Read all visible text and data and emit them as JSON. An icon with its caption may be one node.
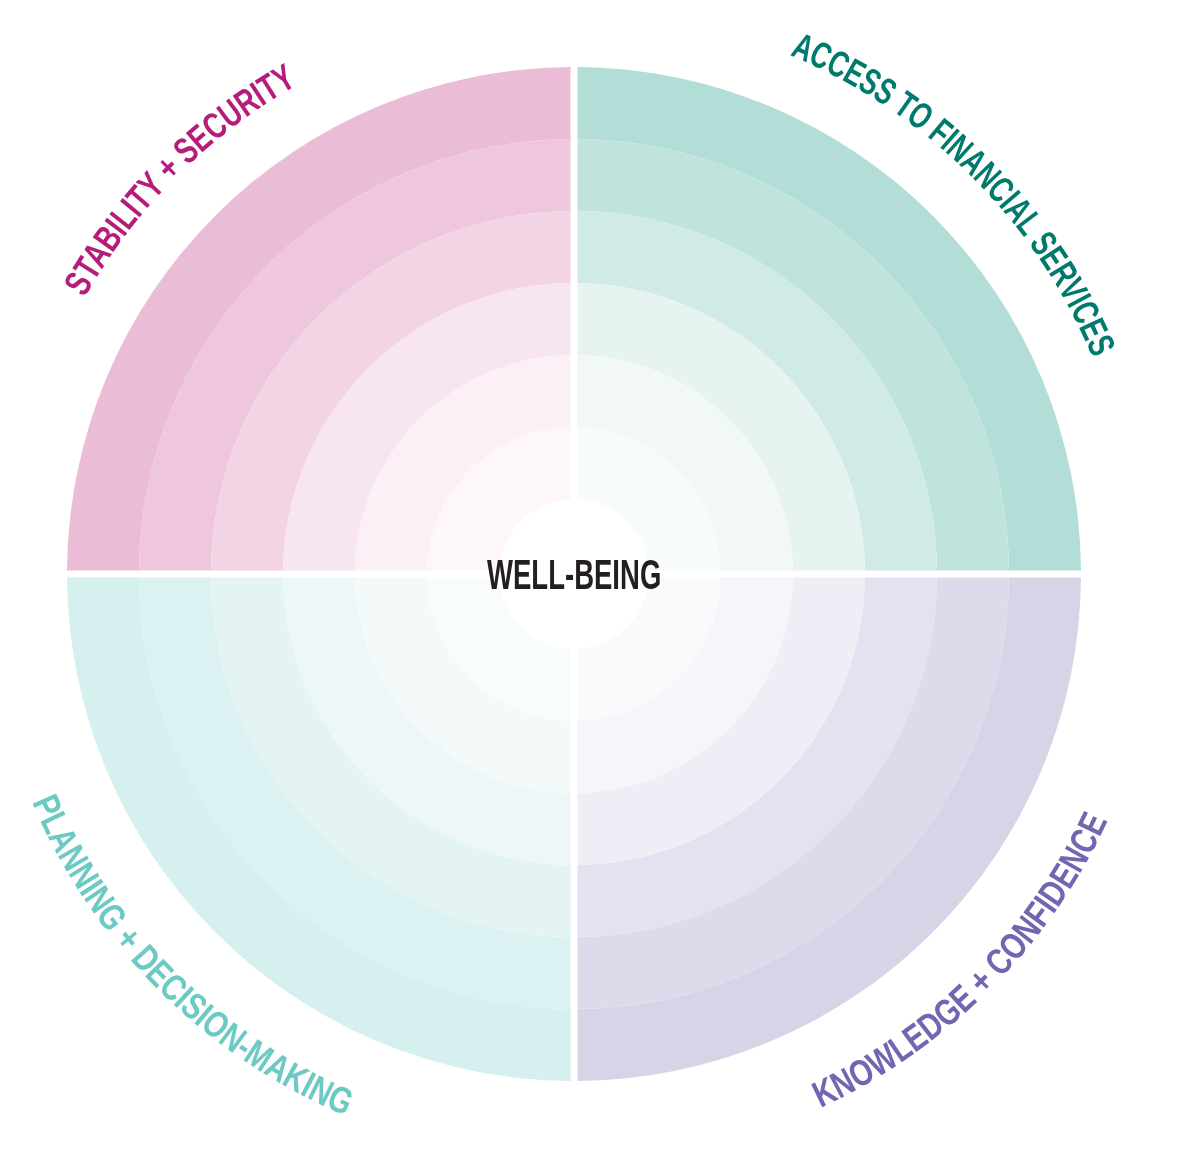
{
  "diagram": {
    "nodes": [
      {
        "text": [
          "STABILITY + SECURITY"
        ]
      },
      {
        "text": [
          "ACCESS TO FINANCIAL SERVICES"
        ]
      },
      {
        "text": [
          "WELL-BEING"
        ]
      },
      {
        "text": [
          "PLANNING + DECISION-MAKING"
        ]
      },
      {
        "text": [
          "KNOWLEDGE + CONFIDENCE"
        ]
      }
    ]
  }
}
